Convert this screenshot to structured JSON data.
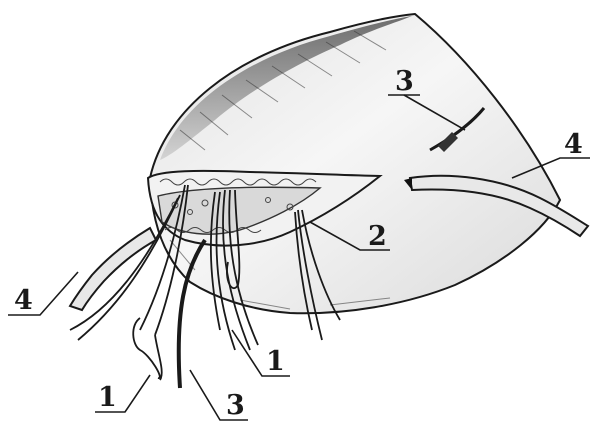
{
  "labels": {
    "suture_left": "1",
    "suture_right": "1",
    "incision": "2",
    "ligature_top": "3",
    "ligature_bottom": "3",
    "drain_left": "4",
    "drain_right": "4"
  },
  "colors": {
    "ink": "#1a1a1a",
    "organ_fill": "#efefef",
    "shade": "#9a9a9a",
    "background": "#ffffff"
  }
}
